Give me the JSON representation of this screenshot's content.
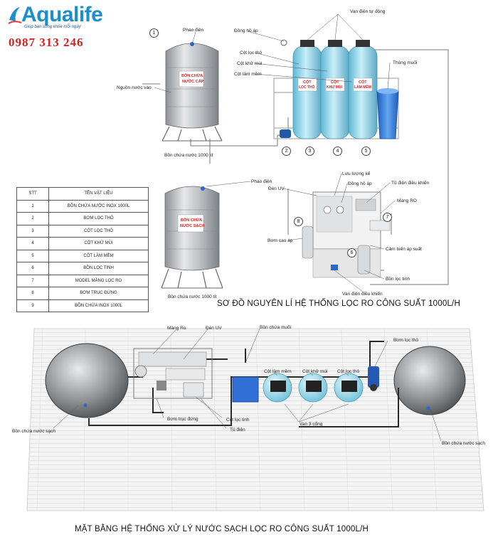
{
  "brand": {
    "name": "Aqualife",
    "tagline": "Giúp bạn sống khỏe mỗi ngày",
    "phone": "0987 313 246"
  },
  "top_diagram": {
    "labels": {
      "phao_dien_1": "Phao điện",
      "nguon_nuoc_vao": "Nguồn nước vào",
      "bon_chua_1000": "Bồn chứa nước 1000 lít",
      "dong_ho_ap": "Đồng hồ áp",
      "cot_loc_tho": "Cột lọc thô",
      "cot_khu_mui": "Cột khử mùi",
      "cot_lam_mem": "Cột làm mềm",
      "van_dien_tu_dong": "Van điện tự động",
      "thung_muoi": "Thùng muối",
      "phao_dien_2": "Phao điện",
      "den_uv": "Đèn UV",
      "luu_luong_ke": "Lưu lượng kế",
      "dong_ho_ap_2": "Đồng hồ áp",
      "tu_dien_dieu_khien": "Tủ điện điều khiển",
      "mang_ro": "Màng RO",
      "bom_cao_ap": "Bơm cao áp",
      "cam_bien_ap_suat": "Cảm biến áp suất",
      "bon_loc_tinh": "Bồn lọc tinh",
      "van_dien_dieu_khien": "Van điện điều khiển",
      "bon_chua_1000_2": "Bồn chứa nước 1000 lít"
    },
    "tank_text": {
      "tank1_line1": "BỒN CHỨA",
      "tank1_line2": "NƯỚC CẤP",
      "tank2_line1": "BỒN CHỨA",
      "tank2_line2": "NƯỚC SẠCH"
    },
    "column_text": {
      "c1a": "CỘT",
      "c1b": "LỌC THÔ",
      "c2a": "CỘT",
      "c2b": "KHỬ MÙI",
      "c3a": "CỘT",
      "c3b": "LÀM MỀM"
    },
    "numbers": [
      "1",
      "2",
      "3",
      "4",
      "5",
      "6",
      "7",
      "8"
    ]
  },
  "material_table": {
    "headers": [
      "STT",
      "TÊN VẬT LIỆU"
    ],
    "rows": [
      [
        "1",
        "BỒN CHỨA NƯỚC INOX 1000L"
      ],
      [
        "2",
        "BƠM LỌC THÔ"
      ],
      [
        "3",
        "CỘT LỌC THÔ"
      ],
      [
        "4",
        "CỘT KHỬ MÙI"
      ],
      [
        "5",
        "CỘT LÀM MỀM"
      ],
      [
        "6",
        "BỒN LỌC TINH"
      ],
      [
        "7",
        "MODEL MÀNG LỌC RO"
      ],
      [
        "8",
        "BƠM TRỤC ĐỨNG"
      ],
      [
        "9",
        "BỒN CHỨA INOX 1000L"
      ]
    ]
  },
  "titles": {
    "schematic": "SƠ ĐỒ NGUYÊN LÍ HỆ THỐNG LỌC RO CÔNG SUẤT 1000L/H",
    "floor_plan": "MẶT BẰNG HỆ THỐNG XỬ LÝ NƯỚC SẠCH LỌC RO CÔNG SUẤT 1000L/H"
  },
  "bottom_diagram": {
    "labels": {
      "mang_ro": "Màng Ro",
      "den_uv": "Đèn UV",
      "bon_chua_muoi": "Bồn chứa muối",
      "bom_loc_tho": "Bơm lọc thô",
      "cot_lam_mem": "Cột làm mềm",
      "cot_khu_mui": "Cột khử mùi",
      "cot_loc_tho": "Cột lọc thô",
      "bon_chua_nuoc_sach": "Bồn chứa nước sạch",
      "bom_truc_dung": "Bơm trục đứng",
      "cot_loc_tinh": "Cột lọc tinh",
      "tu_dien": "Tủ điện",
      "van_3_cong": "Van 3 cổng",
      "bon_chua_nuoc_sach_2": "Bồn chứa nước sạch"
    }
  },
  "colors": {
    "brand": "#1a8fd0",
    "phone": "#d32222",
    "column": "#8fd4e8",
    "salt_tank": "#3a7bd5",
    "tank": "#b9bcbf"
  }
}
